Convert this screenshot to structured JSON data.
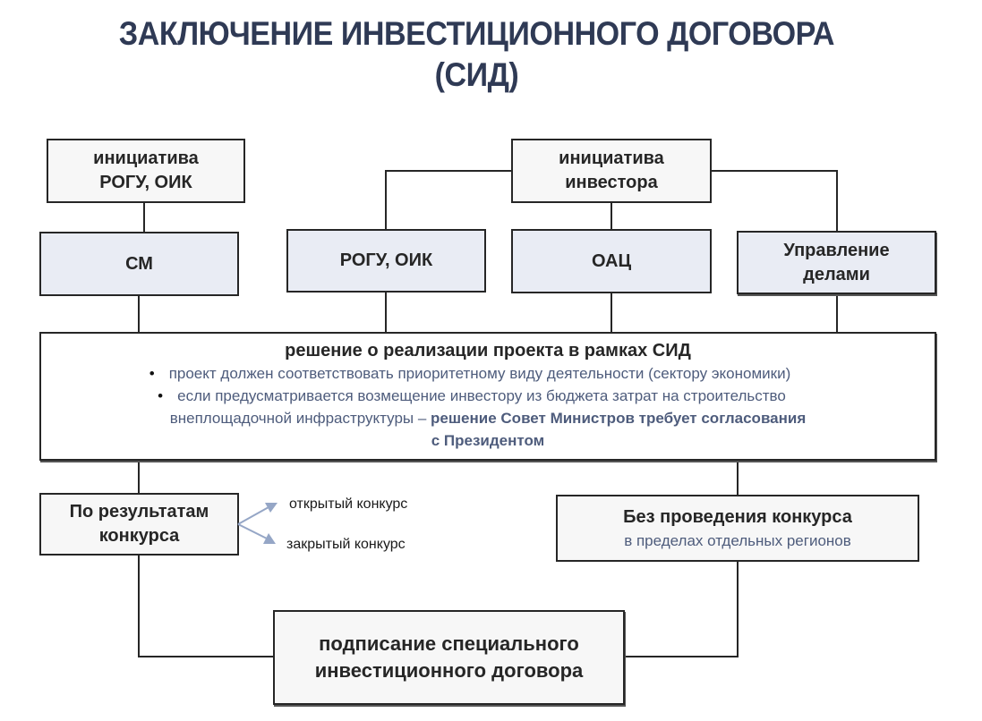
{
  "title": {
    "line1": "ЗАКЛЮЧЕНИЕ ИНВЕСТИЦИОННОГО ДОГОВОРА",
    "line2": "(СИД)"
  },
  "initiatives": {
    "rogu": {
      "line1": "инициатива",
      "line2": "РОГУ, ОИК"
    },
    "investor": {
      "line1": "инициатива",
      "line2": "инвестора"
    }
  },
  "bodies": {
    "sm": "СМ",
    "rogu_oik": "РОГУ, ОИК",
    "oac": "ОАЦ",
    "upravlenie": {
      "line1": "Управление",
      "line2": "делами"
    }
  },
  "decision": {
    "heading": "решение  о реализации проекта в рамках СИД",
    "bullet1": "проект должен соответствовать приоритетному виду деятельности (сектору экономики)",
    "bullet2_line1": "если предусматривается возмещение  инвестору из бюджета затрат на строительство",
    "bullet2_line2_normal": "внеплощадочной  инфраструктуры – ",
    "bullet2_line2_bold": "решение Совет Министров требует согласования",
    "bullet2_line3_bold": "с Президентом",
    "bullet_glyph": "•"
  },
  "competition": {
    "line1": "По результатам",
    "line2": "конкурса",
    "open": "открытый конкурс",
    "closed": "закрытый конкурс"
  },
  "no_competition": {
    "heading": "Без проведения конкурса",
    "sub": "в пределах  отдельных регионов"
  },
  "signing": {
    "line1": "подписание специального",
    "line2": "инвестиционного  договора"
  },
  "colors": {
    "title": "#2f3a55",
    "accent_text": "#4e5c7c",
    "box_fill_light": "#f7f7f7",
    "box_fill_blue": "#e9ecf4",
    "arrow": "#95a6c6"
  }
}
